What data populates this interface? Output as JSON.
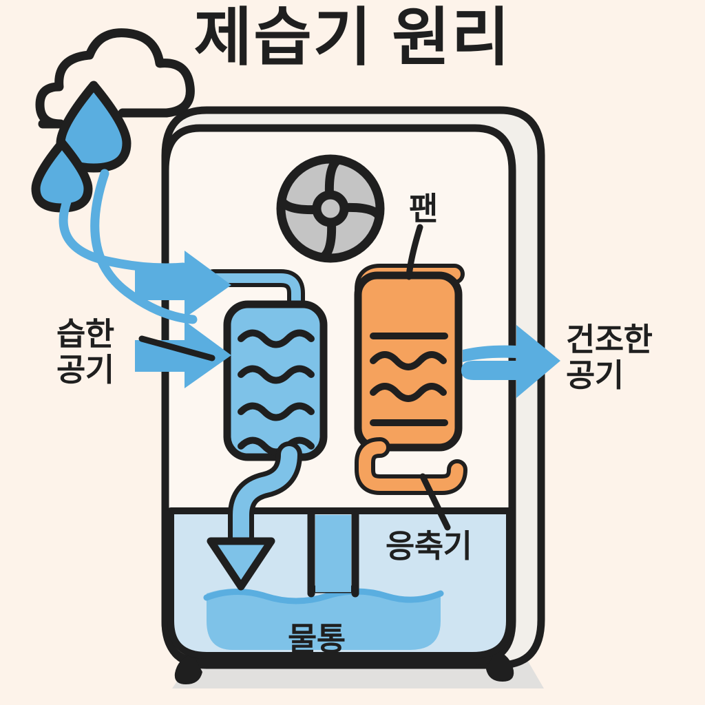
{
  "title": "제습기 원리",
  "colors": {
    "background": "#fdf3ea",
    "outline": "#1f1f1f",
    "evaporator_blue": "#7ec2e8",
    "condenser_orange": "#f5a25d",
    "water_light": "#cfe4f2",
    "water_fill": "#7ec2e8",
    "fan_gray": "#c4c4c4",
    "arrow_blue": "#5aaee0",
    "body_fill": "#fdf7f1",
    "shadow": "#d9d9d9"
  },
  "labels": {
    "humid_air": "습한\n공기",
    "dry_air": "건조한\n공기",
    "fan": "팬",
    "condenser": "응축기",
    "water_tank": "물통"
  },
  "icons": {
    "cloud": "cloud-icon",
    "raindrop_large": "raindrop-icon",
    "raindrop_small": "raindrop-icon",
    "fan": "fan-icon",
    "inlet_arrow": "arrow-right-icon",
    "outlet_arrow": "arrow-right-icon",
    "drain_arrow": "arrow-down-icon"
  },
  "components": {
    "body": "dehumidifier-body",
    "evaporator": "evaporator-coil",
    "condenser": "condenser-coil",
    "tank": "water-tank",
    "drain_pipe": "drain-pipe"
  }
}
